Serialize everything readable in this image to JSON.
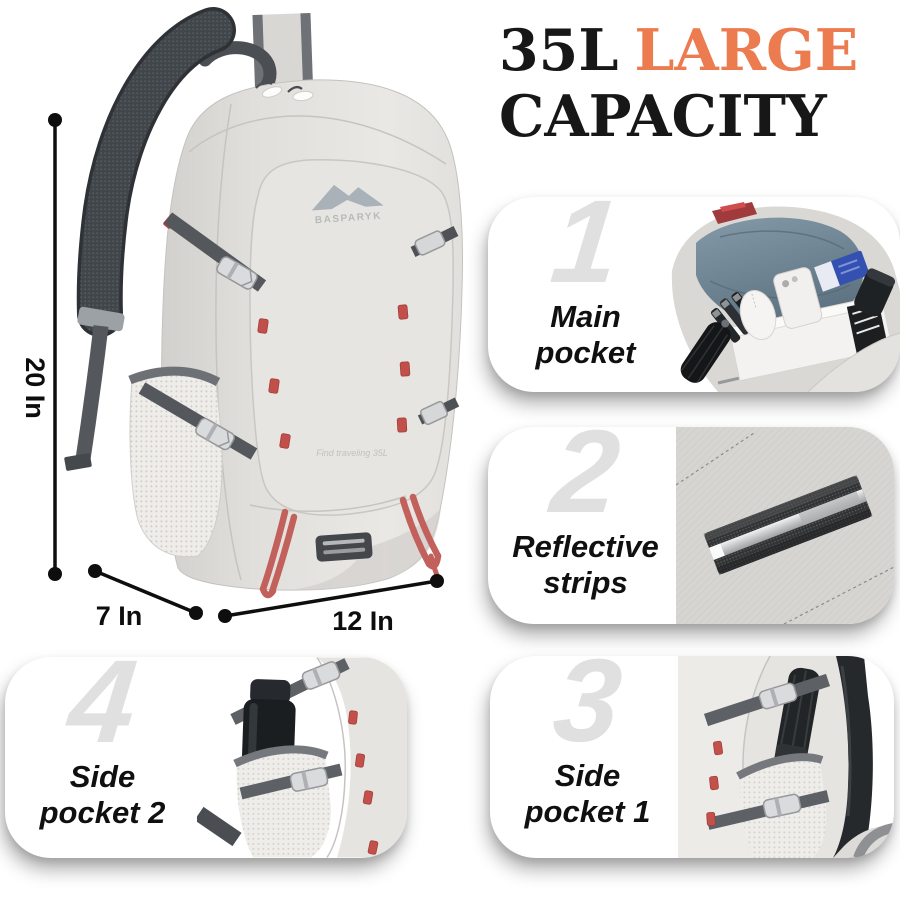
{
  "title": {
    "volume": "35L",
    "highlight": "LARGE",
    "line2": "CAPACITY",
    "accent_color": "#ec7b50",
    "text_color": "#171717"
  },
  "dimensions": {
    "height": "20 In",
    "depth": "7 In",
    "width": "12 In"
  },
  "product": {
    "brand_logo_text": "BASPARYK",
    "front_text": "Find traveling 35L",
    "body_color": "#e4e2de",
    "strap_color": "#3e4246",
    "accent_red": "#c4504b",
    "mesh_color": "#efede9",
    "buckle_color": "#d9dbdd"
  },
  "features": [
    {
      "number": "1",
      "label": "Main\npocket",
      "photo": "main-pocket-photo"
    },
    {
      "number": "2",
      "label": "Reflective\nstrips",
      "photo": "reflective-strips-photo"
    },
    {
      "number": "3",
      "label": "Side\npocket 1",
      "photo": "side-pocket-1-photo"
    },
    {
      "number": "4",
      "label": "Side\npocket 2",
      "photo": "side-pocket-2-photo"
    }
  ]
}
